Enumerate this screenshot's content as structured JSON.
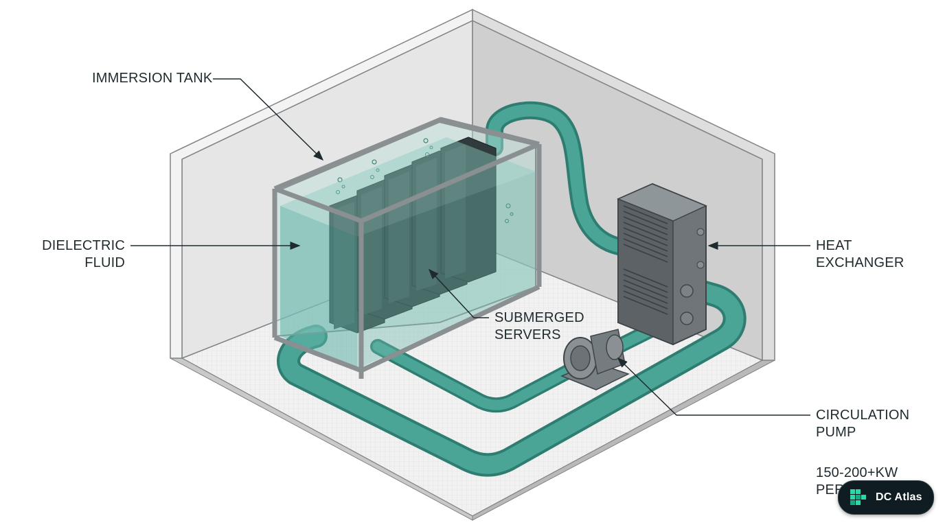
{
  "labels": {
    "immersion_tank": "IMMERSION TANK",
    "dielectric_fluid_line1": "DIELECTRIC",
    "dielectric_fluid_line2": "FLUID",
    "submerged_servers_line1": "SUBMERGED",
    "submerged_servers_line2": "SERVERS",
    "heat_exchanger_line1": "HEAT",
    "heat_exchanger_line2": "EXCHANGER",
    "circulation_pump_line1": "CIRCULATION",
    "circulation_pump_line2": "PUMP",
    "capacity_line1": "150-200+KW",
    "capacity_line2": "PER"
  },
  "badge": {
    "label": "DC Atlas",
    "icon": "dc-atlas-logo-icon"
  },
  "colors": {
    "fluid": "#6fb8ad",
    "pipe": "#3f9b8c",
    "wall": "#d7d7d7",
    "floor": "#eeeeee",
    "frame": "#8a8f92",
    "badge_bg": "#0f1d22",
    "badge_accent": "#2fd6a6"
  }
}
